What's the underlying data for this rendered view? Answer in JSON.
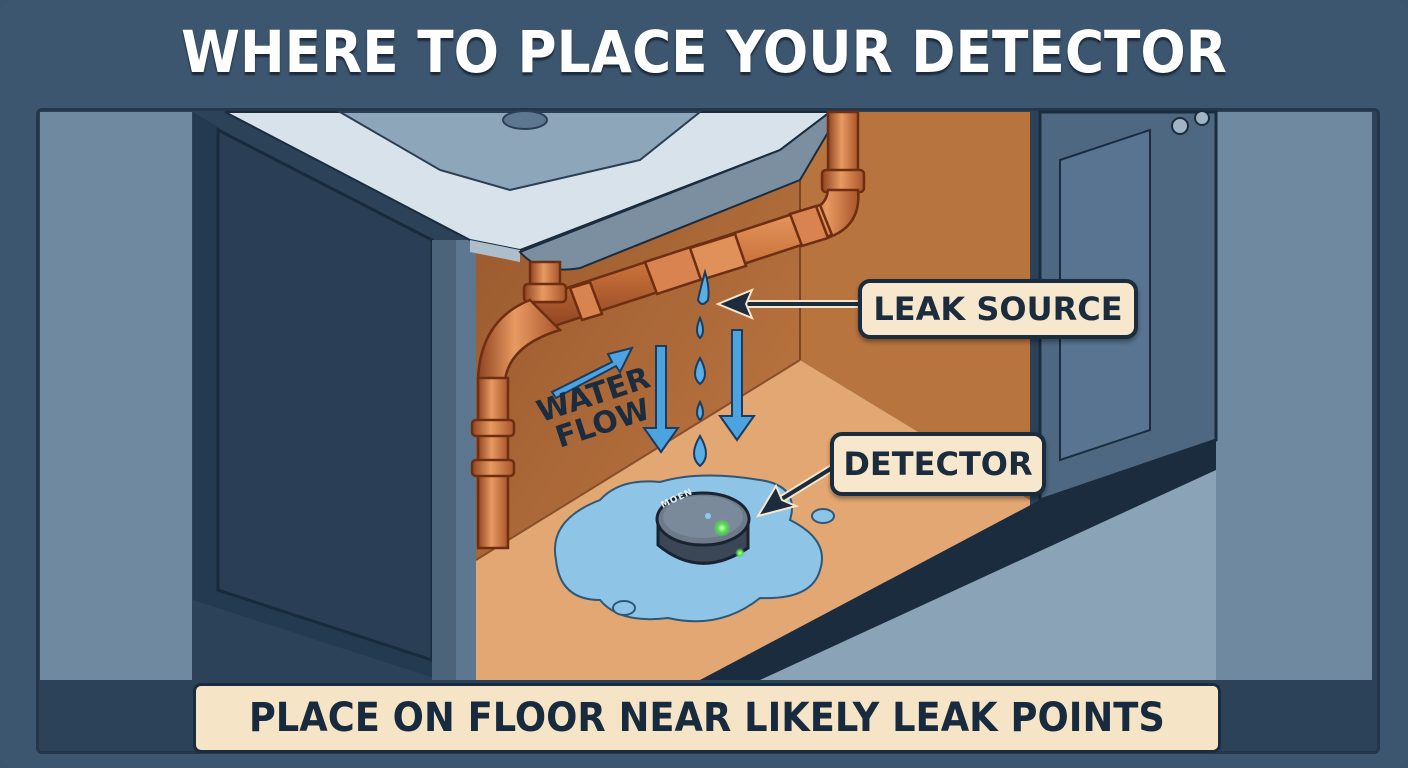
{
  "header": {
    "title": "WHERE TO PLACE YOUR DETECTOR"
  },
  "illustration": {
    "scene": "Open under-sink kitchen cabinet with copper pipes, a leak at a pipe joint, water dripping into a puddle on the cabinet floor where a round water-leak detector sits",
    "callouts": {
      "leak_source": "LEAK SOURCE",
      "detector": "DETECTOR"
    },
    "flow_label_line1": "WATER",
    "flow_label_line2": "FLOW",
    "detector_brand": "MOEN",
    "colors": {
      "frame": "#3d566f",
      "cabinet": "#2c4258",
      "pipe_copper": "#c8703a",
      "cabinet_interior": "#b56a36",
      "floor": "#e2a772",
      "water": "#5aaee6",
      "callout_bg": "#f7e7cc",
      "callout_text": "#1b2c3e",
      "detector_led": "#4ee04a"
    }
  },
  "footer": {
    "instruction": "PLACE ON FLOOR NEAR LIKELY LEAK POINTS"
  }
}
